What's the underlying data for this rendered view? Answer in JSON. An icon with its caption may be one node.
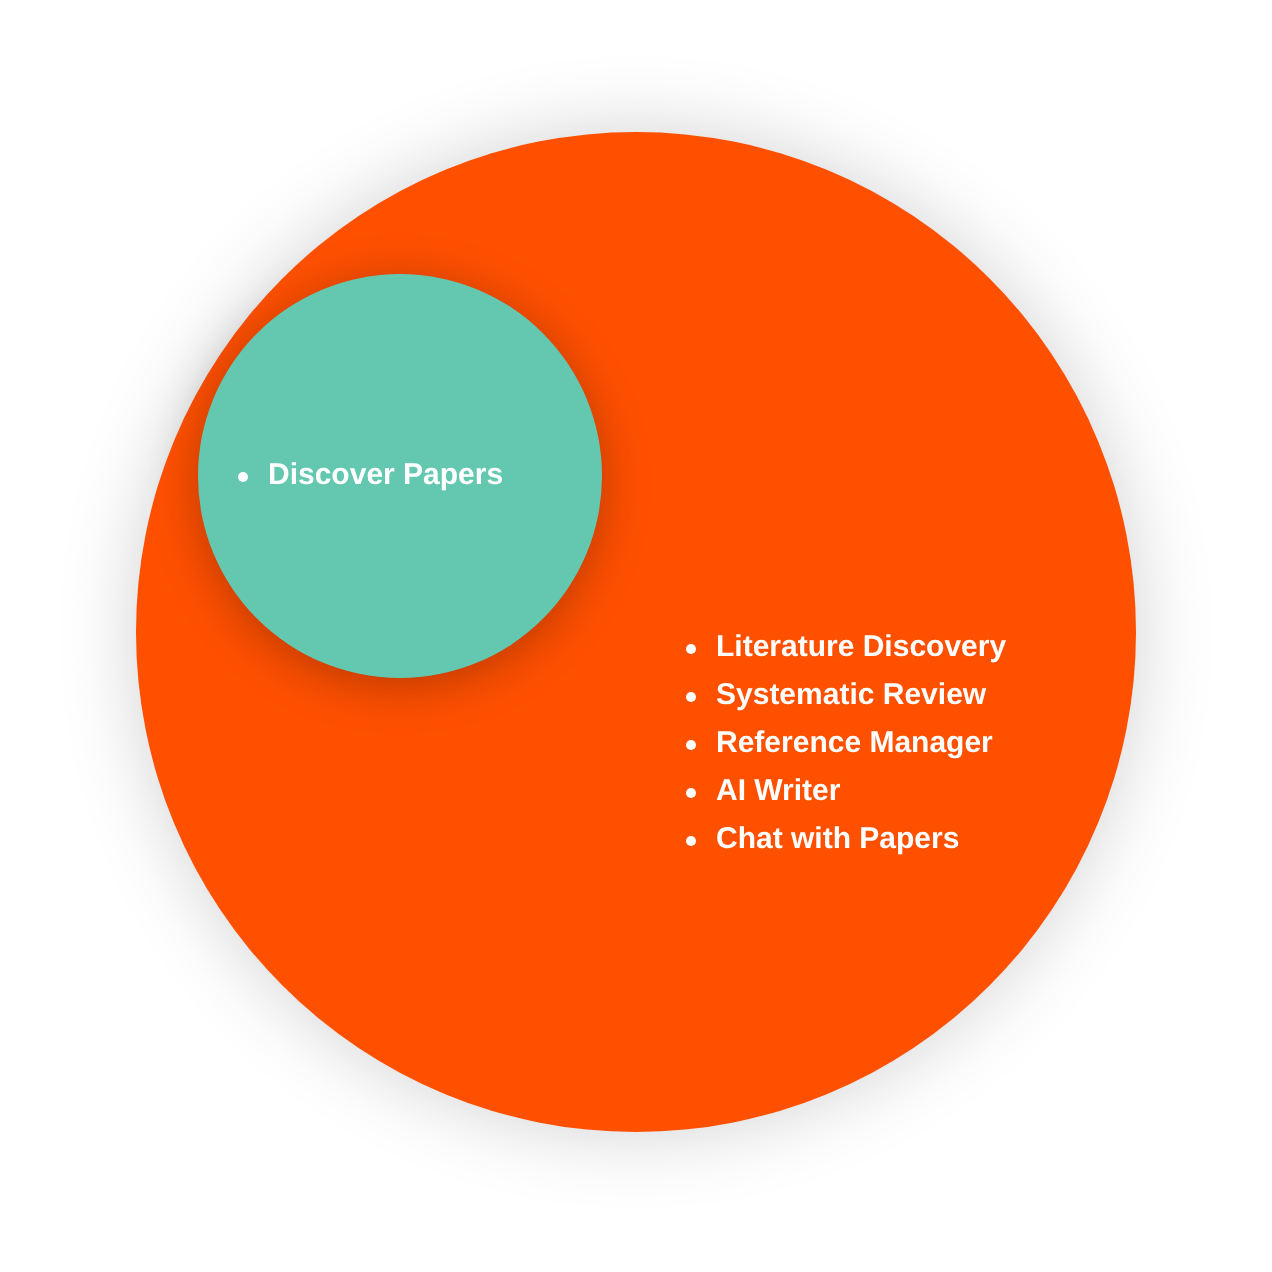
{
  "diagram": {
    "nodes": [
      {
        "text": [
          "Literature Discovery",
          "Systematic Review",
          "Reference Manager",
          "AI Writer",
          "Chat with Papers"
        ]
      },
      {
        "text": [
          "Discover Papers"
        ],
        "in": 0
      }
    ]
  }
}
